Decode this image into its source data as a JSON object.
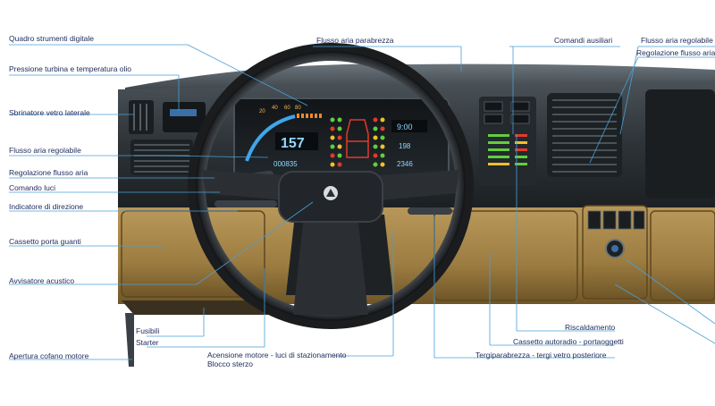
{
  "labels": {
    "quadro_strumenti": "Quadro strumenti digitale",
    "pressione_turbina": "Pressione turbina e temperatura olio",
    "sbrinatore": "Sbrinatore vetro laterale",
    "flusso_aria_sx": "Flusso aria regolabile",
    "regolazione_sx": "Regolazione flusso aria",
    "comando_luci": "Comando luci",
    "indicatore_direzione": "Indicatore di direzione",
    "cassetto_guanti": "Cassetto porta guanti",
    "avvisatore": "Avvisatore acustico",
    "fusibili": "Fusibili",
    "starter": "Starter",
    "cofano": "Apertura cofano motore",
    "accensione": "Acensione motore - luci di stazionamento",
    "blocco_sterzo": "Blocco sterzo",
    "parabrezza": "Flusso aria parabrezza",
    "comandi_ausiliari": "Comandi ausiliari",
    "flusso_aria_dx": "Flusso aria regolabile",
    "regolazione_dx": "Regolazione flusso aria",
    "riscaldamento": "Riscaldamento",
    "autoradio": "Cassetto autoradio - portaoggetti",
    "tergi": "Tergiparabrezza - tergi vetro posteriore"
  },
  "display": {
    "speed": "157",
    "odometer": "000835",
    "clock_time": "9:00",
    "trip": "198",
    "trip2": "2346",
    "tach_marks": [
      "20",
      "40",
      "60",
      "80"
    ]
  },
  "colors": {
    "leader_line": "#4a9fd8",
    "label_text": "#1e2a5a",
    "dash_dark": "#2a2f33",
    "dash_mid": "#3c4247",
    "glovebox": "#a8884a",
    "display_cyan": "#8fd8ff",
    "led_green": "#5fcf3c",
    "led_red": "#e23a2a",
    "led_yellow": "#f0c02a"
  }
}
